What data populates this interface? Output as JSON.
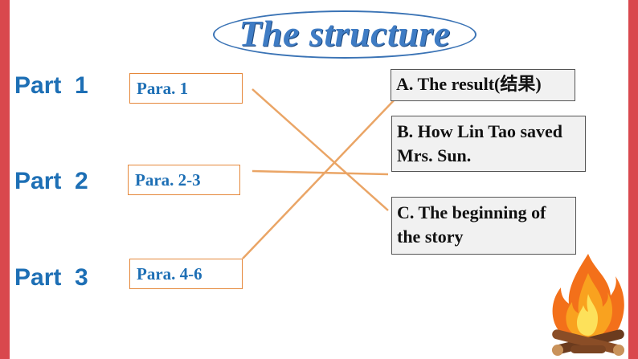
{
  "title": "The structure",
  "parts": [
    {
      "label": "Part  1",
      "para": "Para. 1"
    },
    {
      "label": "Part  2",
      "para": "Para. 2-3"
    },
    {
      "label": "Part  3",
      "para": "Para. 4-6"
    }
  ],
  "answers": [
    {
      "text": "A. The result(结果)"
    },
    {
      "text": "B. How Lin Tao saved Mrs. Sun."
    },
    {
      "text": "C. The beginning of the story"
    }
  ],
  "colors": {
    "title": "#3f7cc4",
    "part_label": "#1d6fb5",
    "para_border": "#e5873a",
    "line": "#eaa566",
    "side_bar": "#d9484d"
  },
  "icons": [
    "campfire-icon"
  ]
}
